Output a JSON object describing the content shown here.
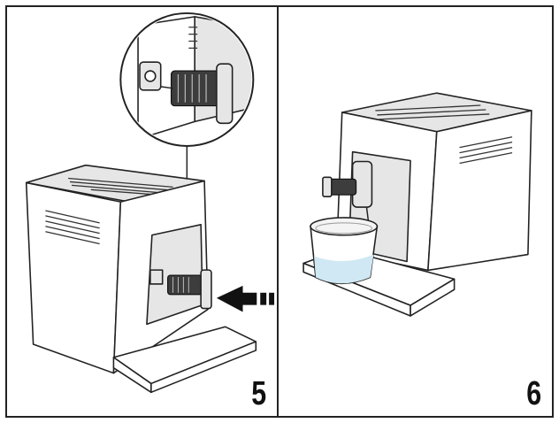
{
  "steps": [
    {
      "number": "5"
    },
    {
      "number": "6"
    }
  ],
  "colors": {
    "border": "#222222",
    "machine_fill": "#ffffff",
    "part_dark": "#3d3d3d",
    "water": "#cfe8f3"
  },
  "icons": [
    "arrow-icon",
    "coffee-machine-illustration",
    "cappuccinatore-detail-zoom",
    "glass-container-illustration"
  ]
}
